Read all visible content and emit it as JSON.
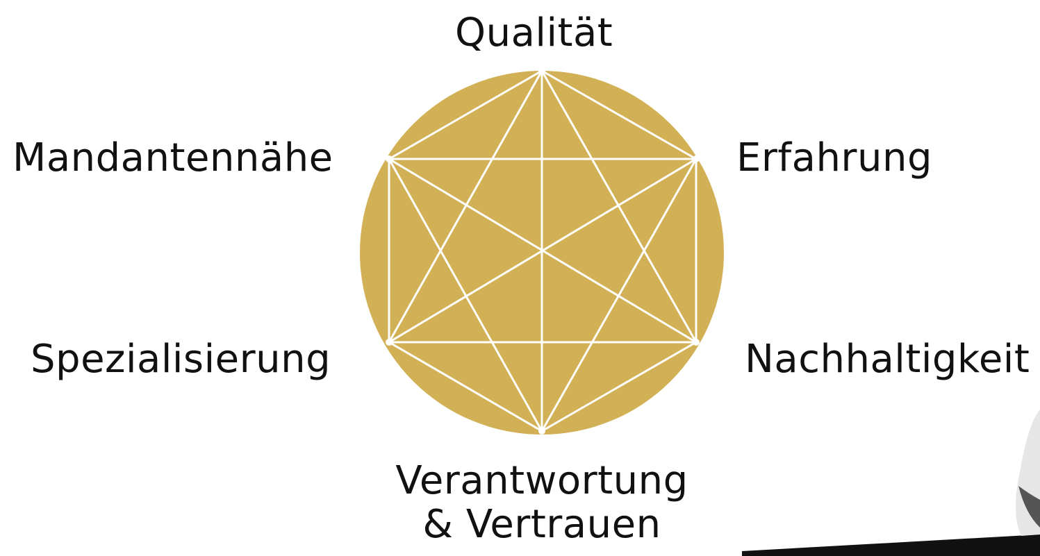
{
  "diagram": {
    "labels": {
      "top": "Qualität",
      "top_right": "Erfahrung",
      "bottom_right": "Nachhaltigkeit",
      "bottom_line1": "Verantwortung",
      "bottom_line2": "& Vertrauen",
      "bottom_left": "Spezialisierung",
      "top_left": "Mandantennähe"
    },
    "colors": {
      "circle_fill": "#D2B055",
      "line": "#FFFFFF",
      "text": "#111111",
      "photo_dark": "#1a1a1a"
    }
  }
}
